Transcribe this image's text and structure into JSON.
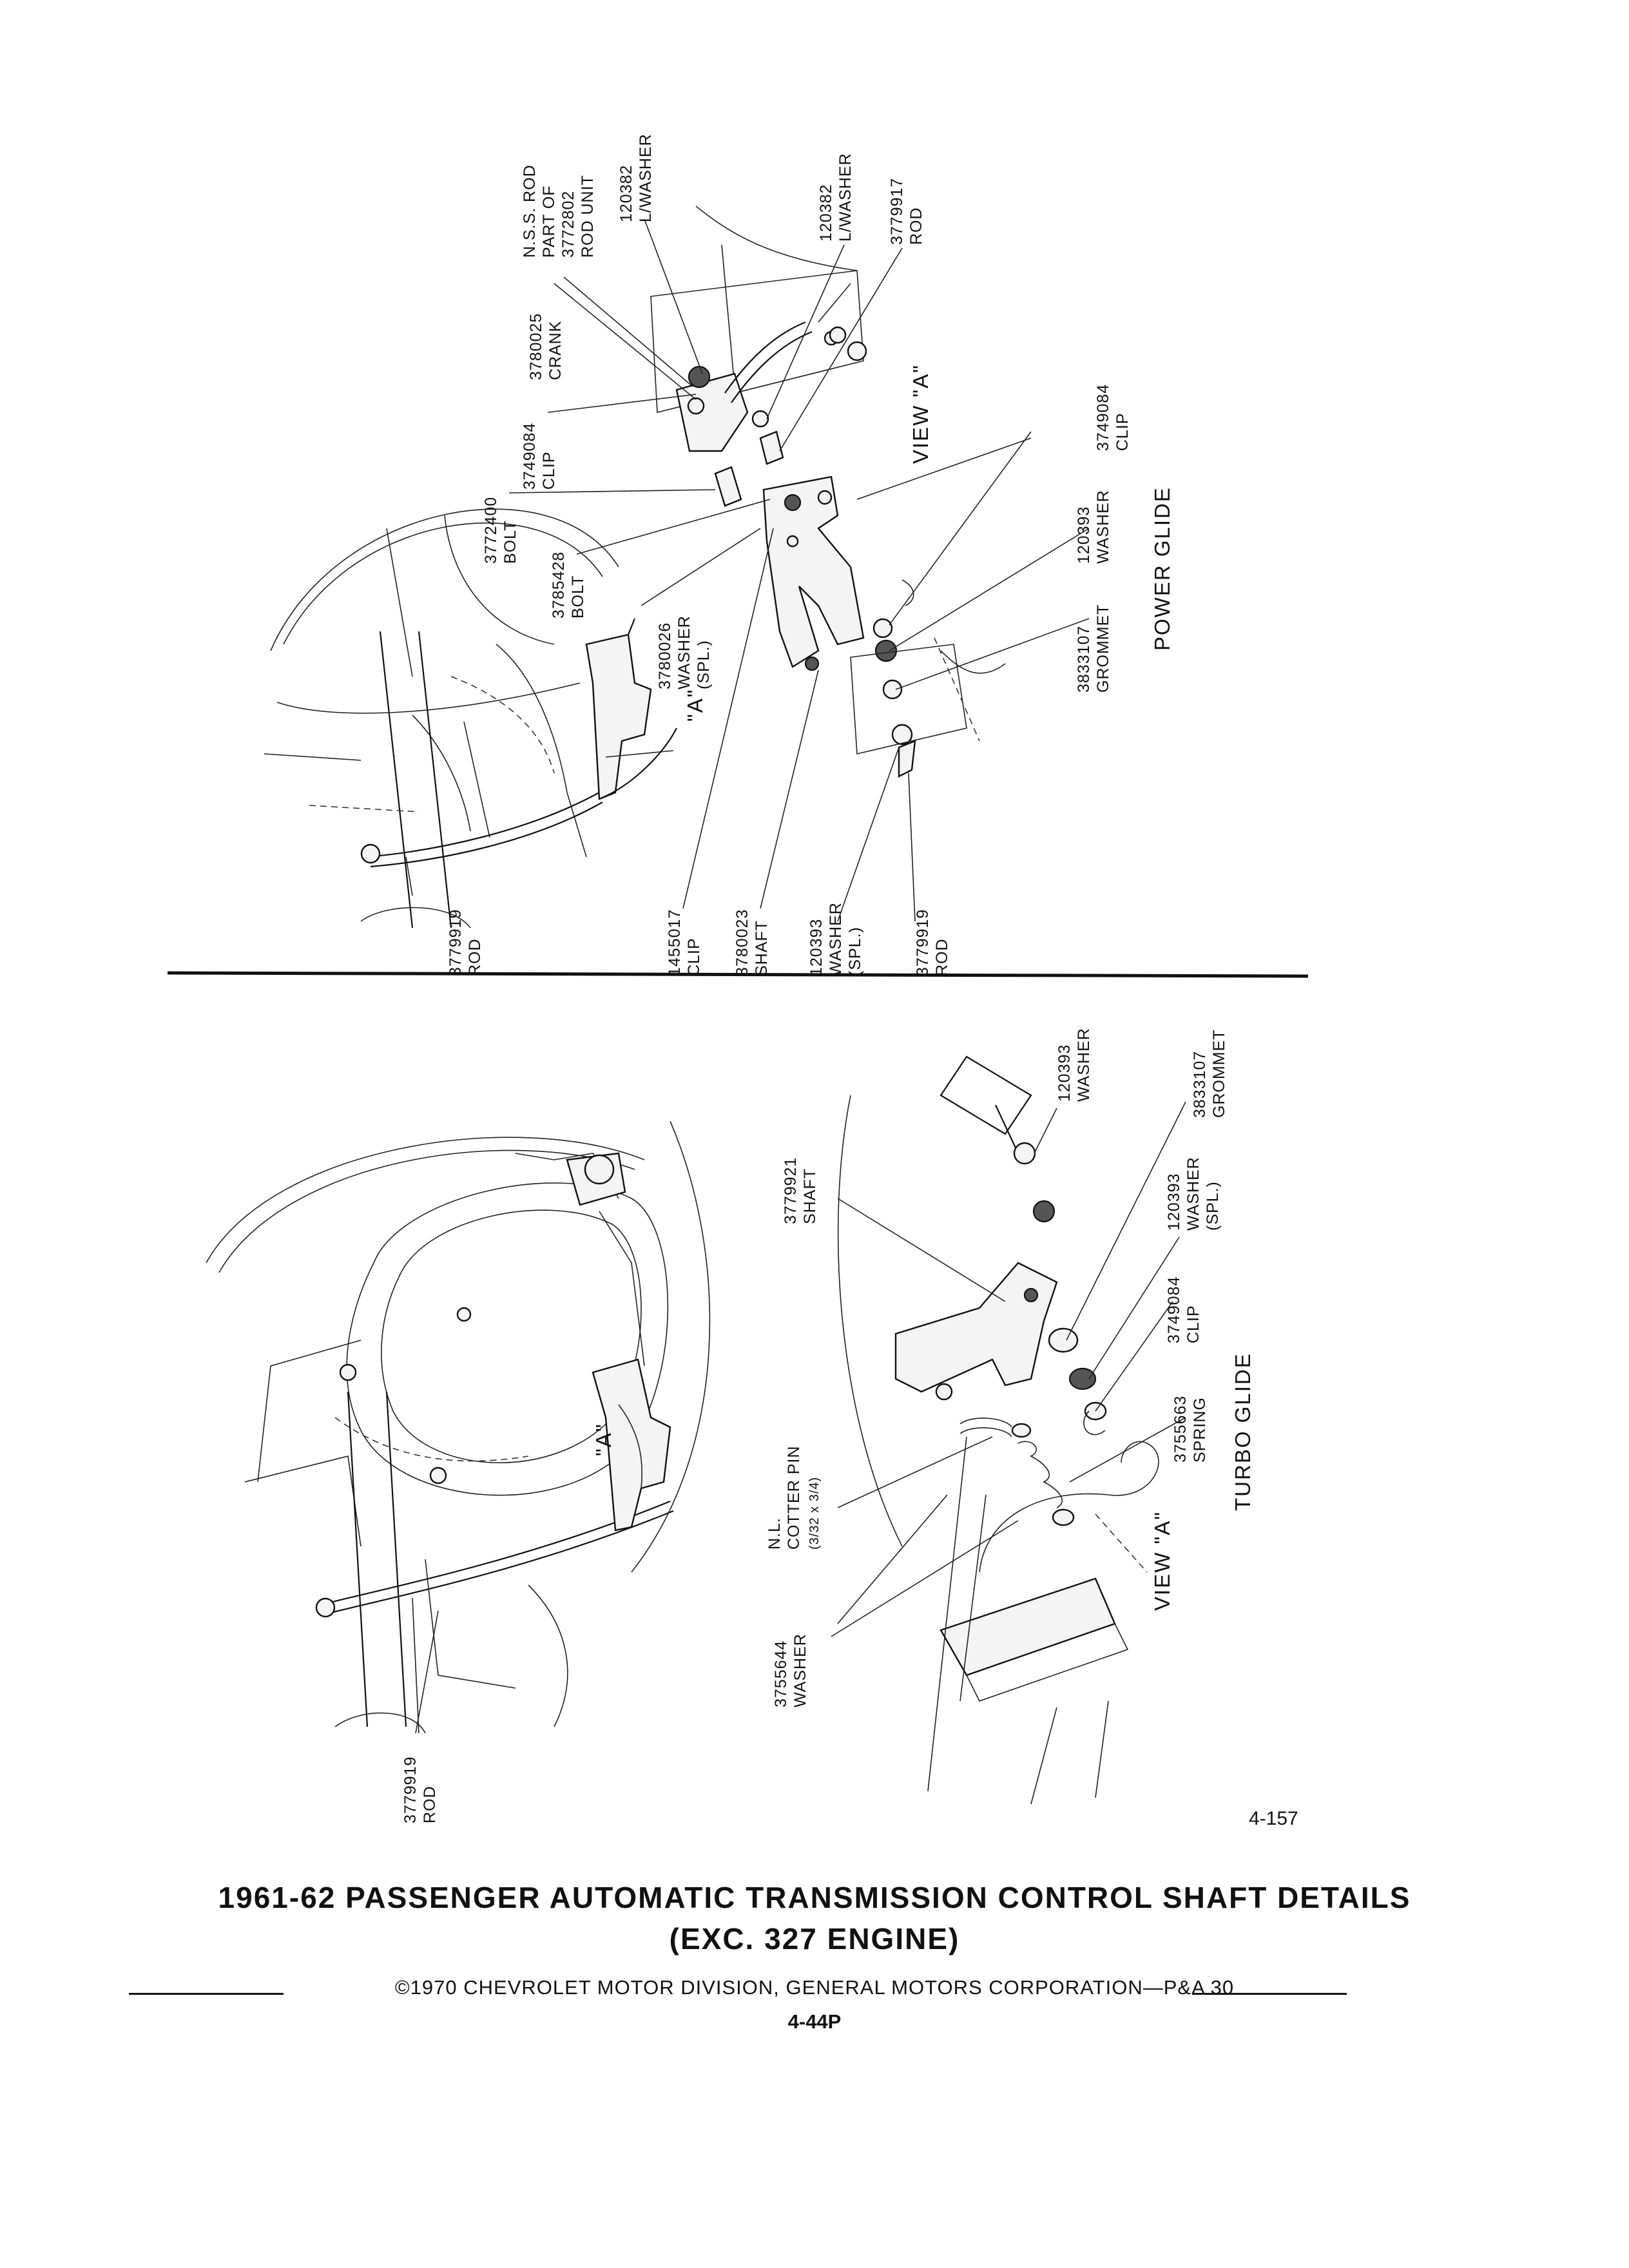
{
  "title": {
    "line1": "1961-62 PASSENGER AUTOMATIC TRANSMISSION CONTROL SHAFT DETAILS",
    "line2": "(EXC. 327 ENGINE)"
  },
  "copyright": "©1970 CHEVROLET MOTOR DIVISION, GENERAL MOTORS CORPORATION—P&A 30",
  "page_number": "4-44P",
  "figure_number": "4-157",
  "power_glide": {
    "heading": "POWER GLIDE",
    "view_label": "VIEW \"A\"",
    "arrow_label": "\"A\"",
    "callouts": {
      "rod_unit": [
        "N.S.S. ROD",
        "PART OF",
        "3772802",
        "ROD UNIT"
      ],
      "l_washer_1": [
        "120382",
        "L/WASHER"
      ],
      "l_washer_2": [
        "120382",
        "L/WASHER"
      ],
      "rod_3779917": [
        "3779917",
        "ROD"
      ],
      "crank": [
        "3780025",
        "CRANK"
      ],
      "clip_top": [
        "3749084",
        "CLIP"
      ],
      "bolt_3772400": [
        "3772400",
        "BOLT"
      ],
      "bolt_3785428": [
        "3785428",
        "BOLT"
      ],
      "washer_spl": [
        "3780026",
        "WASHER",
        "(SPL.)"
      ],
      "clip_right": [
        "3749084",
        "CLIP"
      ],
      "washer_120393": [
        "120393",
        "WASHER"
      ],
      "grommet": [
        "3833107",
        "GROMMET"
      ],
      "rod_3779919": [
        "3779919",
        "ROD"
      ],
      "clip_1455017": [
        "1455017",
        "CLIP"
      ],
      "shaft": [
        "3780023",
        "SHAFT"
      ],
      "washer_120393_spl": [
        "120393",
        "WASHER",
        "(SPL.)"
      ],
      "rod_3779919_b": [
        "3779919",
        "ROD"
      ]
    }
  },
  "turbo_glide": {
    "heading": "TURBO GLIDE",
    "view_label": "VIEW \"A\"",
    "arrow_label": "\"A\"",
    "callouts": {
      "washer_top": [
        "120393",
        "WASHER"
      ],
      "shaft": [
        "3779921",
        "SHAFT"
      ],
      "grommet": [
        "3833107",
        "GROMMET"
      ],
      "washer_spl": [
        "120393",
        "WASHER",
        "(SPL.)"
      ],
      "clip": [
        "3749084",
        "CLIP"
      ],
      "spring": [
        "3755663",
        "SPRING"
      ],
      "cotter_pin": [
        "N.L.",
        "COTTER PIN",
        "(3/32 x 3/4)"
      ],
      "washer_3755644": [
        "3755644",
        "WASHER"
      ],
      "rod": [
        "3779919",
        "ROD"
      ]
    }
  }
}
